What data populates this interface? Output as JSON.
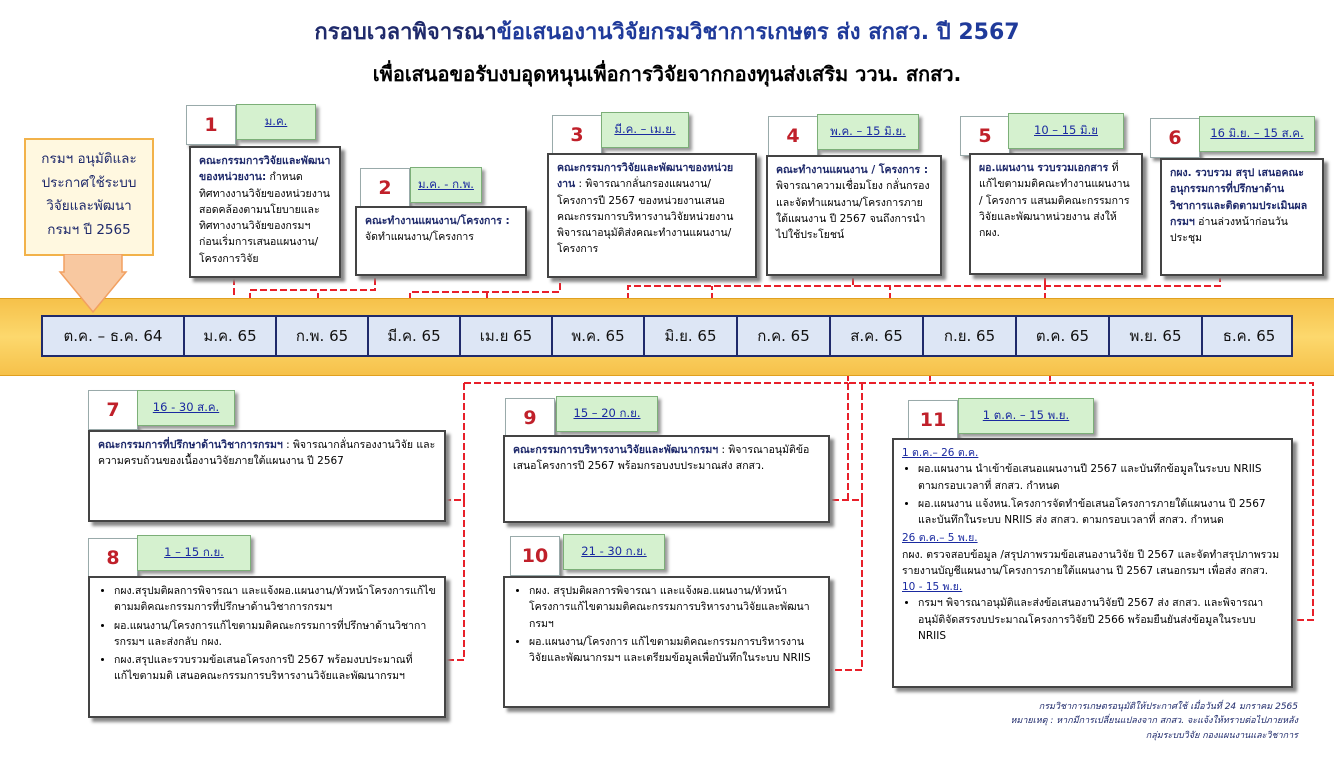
{
  "header": {
    "title_part1": "กรอบเวลาพิจารณา",
    "title_part2": "ข้อเสนองานวิจัยกรมวิชาการเกษตร ส่ง สกสว. ปี 2567",
    "subtitle": "เพื่อเสนอขอรับงบอุดหนุนเพื่อการวิจัยจากกองทุนส่งเสริม ววน. สกสว."
  },
  "callout": {
    "lines": [
      "กรมฯ อนุมัติและ",
      "ประกาศใช้ระบบ",
      "วิจัยและพัฒนา",
      "กรมฯ ปี 2565"
    ]
  },
  "months": [
    "ต.ค. – ธ.ค. 64",
    "ม.ค. 65",
    "ก.พ. 65",
    "มี.ค. 65",
    "เม.ย 65",
    "พ.ค. 65",
    "มิ.ย. 65",
    "ก.ค. 65",
    "ส.ค. 65",
    "ก.ย. 65",
    "ต.ค. 65",
    "พ.ย. 65",
    "ธ.ค. 65"
  ],
  "steps": [
    {
      "num": "1",
      "date": "ม.ค.",
      "heading": "คณะกรรมการวิจัยและพัฒนาของหน่วยงาน:",
      "text": "กำหนดทิศทางงานวิจัยของหน่วยงานสอดคล้องตามนโยบายและทิศทางงานวิจัยของกรมฯ ก่อนเริ่มการเสนอแผนงาน/โครงการวิจัย"
    },
    {
      "num": "2",
      "date": "ม.ค. - ก.พ.",
      "heading": "คณะทำงานแผนงาน/โครงการ :",
      "text": "จัดทำแผนงาน/โครงการ"
    },
    {
      "num": "3",
      "date": "มี.ค. – เม.ย.",
      "heading": "คณะกรรมการวิจัยและพัฒนาของหน่วยงาน",
      "text": " : พิจารณากลั่นกรองแผนงาน/โครงการปี 2567 ของหน่วยงานเสนอคณะกรรมการบริหารงานวิจัยหน่วยงานพิจารณาอนุมัติส่งคณะทำงานแผนงาน/โครงการ"
    },
    {
      "num": "4",
      "date": "พ.ค. – 15 มิ.ย.",
      "heading": "คณะทำงานแผนงาน / โครงการ :",
      "text": "พิจารณาความเชื่อมโยง กลั่นกรองและจัดทำแผนงาน/โครงการภายใต้แผนงาน ปี 2567 จนถึงการนำไปใช้ประโยชน์"
    },
    {
      "num": "5",
      "date": "10 – 15 มิ.ย",
      "heading": "ผอ.แผนงาน รวบรวมเอกสาร",
      "text": "ที่แก้ไขตามมติคณะทำงานแผนงาน / โครงการ แสนมติคณะกรรมการวิจัยและพัฒนาหน่วยงาน ส่งให้ กผง."
    },
    {
      "num": "6",
      "date": "16 มิ.ย. – 15 ส.ค.",
      "heading": "กผง. รวบรวม สรุป เสนอคณะอนุกรรมการที่ปรึกษาด้านวิชาการและติดตามประเมินผลกรมฯ",
      "text": " อ่านล่วงหน้าก่อนวันประชุม"
    },
    {
      "num": "7",
      "date": "16 - 30 ส.ค.",
      "heading": "คณะกรรมการที่ปรึกษาด้านวิชาการกรมฯ",
      "text": " : พิจารณากลั่นกรองงานวิจัย และความครบถ้วนของเนื้องานวิจัยภายใต้แผนงาน ปี 2567"
    },
    {
      "num": "8",
      "date": "1 – 15 ก.ย.",
      "items": [
        "กผง.สรุปมติผลการพิจารณา และแจ้งผอ.แผนงาน/หัวหน้าโครงการแก้ไขตามมติคณะกรรมการที่ปรึกษาด้านวิชาการกรมฯ",
        "ผอ.แผนงาน/โครงการแก้ไขตามมติคณะกรรมการที่ปรึกษาด้านวิชาการกรมฯ และส่งกลับ กผง.",
        "กผง.สรุปและรวบรวมข้อเสนอโครงการปี 2567 พร้อมงบประมาณที่แก้ไขตามมติ เสนอคณะกรรมการบริหารงานวิจัยและพัฒนากรมฯ"
      ]
    },
    {
      "num": "9",
      "date": "15 – 20 ก.ย.",
      "heading": "คณะกรรมการบริหารงานวิจัยและพัฒนากรมฯ",
      "text": " : พิจารณาอนุมัติข้อเสนอโครงการปี 2567 พร้อมกรอบงบประมาณส่ง สกสว."
    },
    {
      "num": "10",
      "date": "21 - 30 ก.ย.",
      "items": [
        "กผง. สรุปมติผลการพิจารณา และแจ้งผอ.แผนงาน/หัวหน้าโครงการแก้ไขตามมติคณะกรรมการบริหารงานวิจัยและพัฒนากรมฯ",
        "ผอ.แผนงาน/โครงการ แก้ไขตามมติคณะกรรมการบริหารงานวิจัยและพัฒนากรมฯ และเตรียมข้อมูลเพื่อบันทึกในระบบ NRIIS"
      ]
    },
    {
      "num": "11",
      "date": "1 ต.ค. – 15 พ.ย.",
      "s1_title": "1 ต.ค.– 26 ต.ค.",
      "s1_items": [
        "ผอ.แผนงาน นำเข้าข้อเสนอแผนงานปี 2567 และบันทึกข้อมูลในระบบ NRIIS ตามกรอบเวลาที่ สกสว. กำหนด",
        "ผอ.แผนงาน แจ้งหน.โครงการจัดทำข้อเสนอโครงการภายใต้แผนงาน ปี 2567 และบันทึกในระบบ NRIIS ส่ง สกสว. ตามกรอบเวลาที่ สกสว. กำหนด"
      ],
      "s2_title": "26 ต.ค.– 5 พ.ย.",
      "s2_text": "กผง. ตรวจสอบข้อมูล /สรุปภาพรวมข้อเสนองานวิจัย ปี 2567 และจัดทำสรุปภาพรวมรายงานบัญชีแผนงาน/โครงการภายใต้แผนงาน ปี 2567 เสนอกรมฯ เพื่อส่ง สกสว.",
      "s3_title": "10 - 15 พ.ย.",
      "s3_items": [
        "กรมฯ พิจารณาอนุมัติและส่งข้อเสนองานวิจัยปี 2567 ส่ง สกสว. และพิจารณาอนุมัติจัดสรรงบประมาณโครงการวิจัยปี 2566 พร้อมยืนยันส่งข้อมูลในระบบ NRIIS"
      ]
    }
  ],
  "notes": {
    "line1": "กรมวิชาการเกษตรอนุมัติให้ประกาศใช้ เมื่อวันที่ 24 มกราคม 2565",
    "line2": "หมายเหตุ : หากมีการเปลี่ยนแปลงจาก สกสว. จะแจ้งให้ทราบต่อไปภายหลัง",
    "line3": "กลุ่มระบบวิจัย กองแผนงานและวิชาการ"
  },
  "colors": {
    "connector": "#e8202a",
    "band": "#f8c94f",
    "month_fill": "#dde6f5",
    "number": "#c0202a",
    "date_fill": "#d5f1cf"
  }
}
